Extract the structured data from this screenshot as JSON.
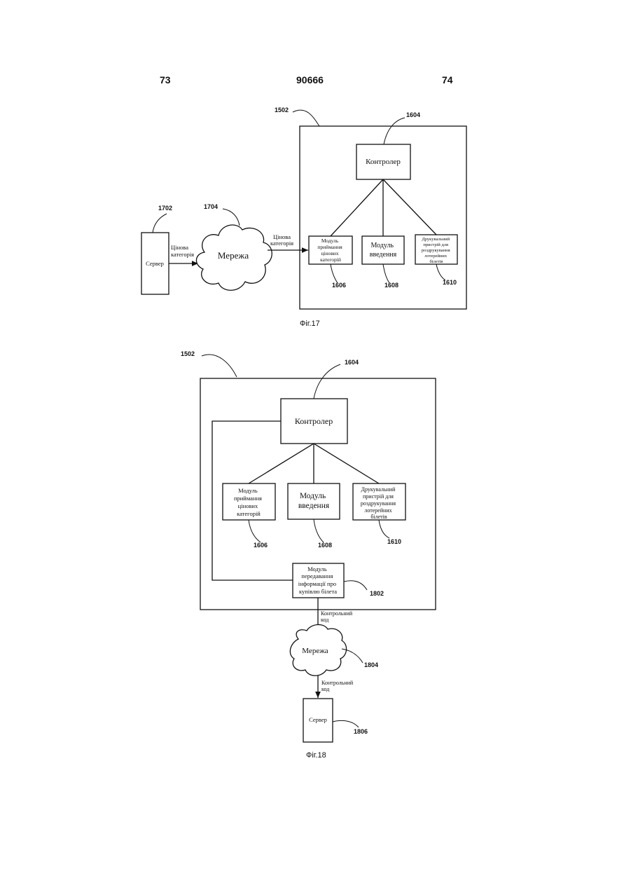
{
  "header": {
    "page_left": "73",
    "doc_number": "90666",
    "page_right": "74"
  },
  "fig17": {
    "caption": "Фіг.17",
    "ref_device": "1502",
    "ref_controller": "1604",
    "ref_server": "1702",
    "ref_network": "1704",
    "ref_module_recv": "1606",
    "ref_module_input": "1608",
    "ref_printer": "1610",
    "controller": "Контролер",
    "server": "Сервер",
    "network": "Мережа",
    "arrow1": [
      "Цінова",
      "категорія"
    ],
    "arrow2": [
      "Цінова",
      "категорія"
    ],
    "module_recv": [
      "Модуль",
      "приймання",
      "цінових",
      "категорій"
    ],
    "module_input": [
      "Модуль",
      "введення"
    ],
    "printer": [
      "Друкувальний",
      "пристрій для",
      "роздрукування",
      "лотерейних",
      "білетів"
    ]
  },
  "fig18": {
    "caption": "Фіг.18",
    "ref_device": "1502",
    "ref_controller": "1604",
    "ref_module_recv": "1606",
    "ref_module_input": "1608",
    "ref_printer": "1610",
    "ref_transfer": "1802",
    "ref_network": "1804",
    "ref_server": "1806",
    "controller": "Контролер",
    "module_recv": [
      "Модуль",
      "приймання",
      "цінових",
      "категорій"
    ],
    "module_input": [
      "Модуль",
      "введення"
    ],
    "printer": [
      "Друкувальний",
      "пристрій для",
      "роздрукування",
      "лотерейних",
      "білетів"
    ],
    "transfer": [
      "Модуль",
      "передавання",
      "інформації про",
      "купівлю білета"
    ],
    "arrow1": [
      "Контрольний",
      "код"
    ],
    "arrow2": [
      "Контрольний",
      "код"
    ],
    "network": "Мережа",
    "server": "Сервер"
  }
}
